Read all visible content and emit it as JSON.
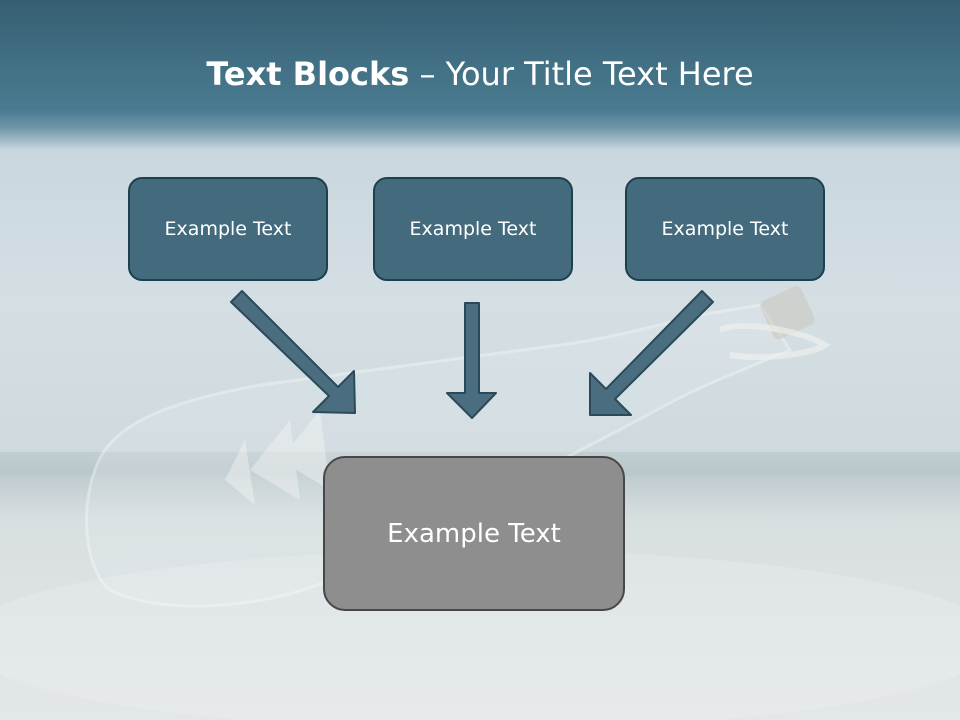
{
  "slide": {
    "title_bold": "Text Blocks",
    "title_dash": " – ",
    "title_rest": "Your Title Text Here"
  },
  "blocks": [
    {
      "text": "Example Text"
    },
    {
      "text": "Example Text"
    },
    {
      "text": "Example Text"
    }
  ],
  "main_block": {
    "text": "Example Text"
  },
  "colors": {
    "block_fill": "#446b7d",
    "block_border": "#203f4e",
    "main_fill": "#8e8e8e",
    "main_border": "#474747",
    "arrow_fill": "#4a6e80"
  }
}
